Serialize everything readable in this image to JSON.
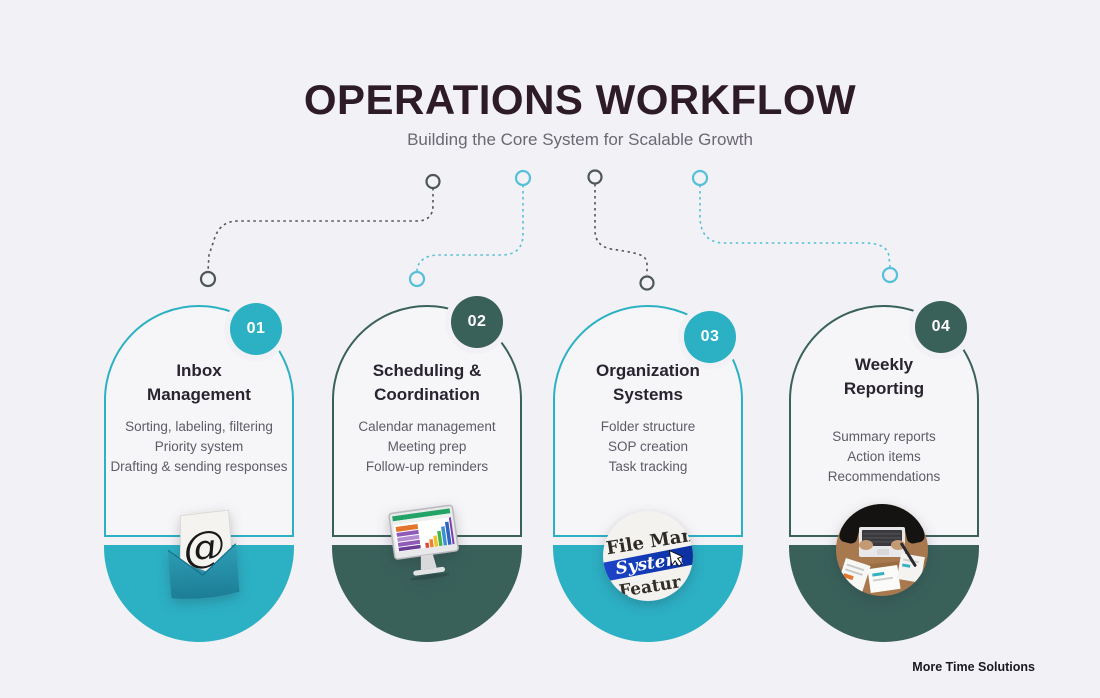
{
  "header": {
    "title": "OPERATIONS WORKFLOW",
    "subtitle": "Building the Core System for Scalable Growth"
  },
  "footer": {
    "brand": "More Time Solutions"
  },
  "colors": {
    "background": "#F2F1F5",
    "teal_accent": "#2CB0C4",
    "dark_green_accent": "#39615A",
    "connector_blue": "#55C0D9",
    "connector_dark": "#4E5658",
    "title_text": "#2D1B28",
    "subtitle_text": "#6B6873",
    "card_title_text": "#29242F",
    "card_body_text": "#5E5B66"
  },
  "cards": [
    {
      "number": "01",
      "title_line1": "Inbox",
      "title_line2": "Management",
      "accent": "#2CB0C4",
      "items": [
        "Sorting, labeling, filtering",
        "Priority system",
        "Drafting & sending responses"
      ],
      "image": "open-envelope-with-at-symbol",
      "image_text": {
        "at": "@"
      }
    },
    {
      "number": "02",
      "title_line1": "Scheduling &",
      "title_line2": "Coordination",
      "accent": "#39615A",
      "items": [
        "Calendar management",
        "Meeting prep",
        "Follow-up reminders"
      ],
      "image": "desktop-monitor-spreadsheet-chart"
    },
    {
      "number": "03",
      "title_line1": "Organization",
      "title_line2": "Systems",
      "accent": "#2CB0C4",
      "items": [
        "Folder structure",
        "SOP creation",
        "Task tracking"
      ],
      "image": "file-management-text-clipping",
      "image_text": {
        "line1": "File Man",
        "line2": "System",
        "line3": "Featur"
      }
    },
    {
      "number": "04",
      "title_line1": "Weekly",
      "title_line2": "Reporting",
      "accent": "#39615A",
      "items": [
        "Summary reports",
        "Action items",
        "Recommendations"
      ],
      "image": "overhead-laptop-workspace-photo"
    }
  ]
}
